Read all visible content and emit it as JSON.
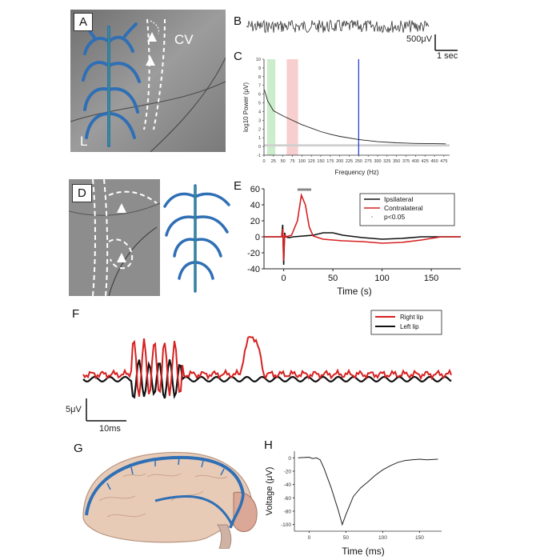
{
  "panels": {
    "a": {
      "letter": "A",
      "cv_label": "CV",
      "l_label": "L"
    },
    "b": {
      "letter": "B",
      "scale_voltage": "500μV",
      "scale_time": "1 sec"
    },
    "c": {
      "letter": "C"
    },
    "d": {
      "letter": "D"
    },
    "e": {
      "letter": "E"
    },
    "f": {
      "letter": "F",
      "scale_voltage": "5μV",
      "scale_time": "10ms"
    },
    "g": {
      "letter": "G"
    },
    "h": {
      "letter": "H"
    }
  },
  "colors": {
    "vessel_blue": "#2f6fb5",
    "red": "#d62020",
    "black": "#111111",
    "blue_marker": "#2b3fd9",
    "green_band": "#bfe8bf",
    "pink_band": "#f6c3c3"
  },
  "chart_data": [
    {
      "id": "C",
      "type": "line",
      "xlabel": "Frequency (Hz)",
      "ylabel": "log10 Power (μV)",
      "xlim": [
        0,
        490
      ],
      "ylim": [
        -1,
        10
      ],
      "xticks": [
        "0",
        "25",
        "50",
        "75",
        "100",
        "125",
        "150",
        "175",
        "200",
        "225",
        "250",
        "275",
        "300",
        "325",
        "350",
        "375",
        "400",
        "425",
        "450",
        "475"
      ],
      "yticks": [
        "-1",
        "0",
        "1",
        "2",
        "3",
        "4",
        "5",
        "6",
        "7",
        "8",
        "9",
        "10"
      ],
      "x": [
        1,
        10,
        25,
        50,
        75,
        100,
        125,
        150,
        175,
        200,
        250,
        300,
        350,
        400,
        450,
        480
      ],
      "y": [
        6.5,
        5.2,
        4.1,
        3.5,
        3.0,
        2.5,
        2.1,
        1.7,
        1.4,
        1.15,
        0.8,
        0.55,
        0.42,
        0.35,
        0.32,
        0.3
      ],
      "bands": [
        {
          "from": 8,
          "to": 30,
          "color": "green"
        },
        {
          "from": 60,
          "to": 90,
          "color": "pink"
        }
      ],
      "marker_line_x": 250
    },
    {
      "id": "E",
      "type": "line",
      "xlabel": "Time (s)",
      "xlim": [
        -20,
        180
      ],
      "ylim": [
        -40,
        60
      ],
      "xticks": [
        "0",
        "50",
        "100",
        "150"
      ],
      "yticks": [
        "60",
        "40",
        "20",
        "0",
        "-20",
        "-40"
      ],
      "legend": [
        "Ipsilateral",
        "Contralateral",
        "p<0.05"
      ],
      "series": [
        {
          "name": "Ipsilateral",
          "color": "#111111",
          "x": [
            -20,
            -2,
            -1,
            0,
            1,
            2,
            5,
            10,
            20,
            30,
            40,
            50,
            60,
            80,
            100,
            120,
            140,
            160,
            180
          ],
          "y": [
            0,
            0,
            15,
            -35,
            5,
            0,
            -1,
            0,
            1,
            2,
            5,
            5,
            2,
            -1,
            -3,
            -2,
            0,
            0,
            0
          ]
        },
        {
          "name": "Contralateral",
          "color": "#d62020",
          "x": [
            -20,
            -2,
            -1,
            0,
            1,
            2,
            8,
            14,
            18,
            22,
            26,
            30,
            40,
            60,
            80,
            100,
            120,
            140,
            160,
            180
          ],
          "y": [
            0,
            0,
            10,
            -30,
            3,
            0,
            2,
            20,
            52,
            40,
            12,
            1,
            -3,
            -5,
            -6,
            -8,
            -7,
            -4,
            0,
            0
          ]
        }
      ],
      "significance_bar": {
        "from": 14,
        "to": 28,
        "y": 59
      }
    },
    {
      "id": "F",
      "type": "line",
      "legend": [
        "Right lip",
        "Left lip"
      ],
      "series": [
        {
          "name": "Right lip",
          "color": "#d62020"
        },
        {
          "name": "Left lip",
          "color": "#111111"
        }
      ]
    },
    {
      "id": "H",
      "type": "line",
      "xlabel": "Time (ms)",
      "ylabel": "Voltage (μV)",
      "xlim": [
        -20,
        180
      ],
      "ylim": [
        -110,
        10
      ],
      "xticks": [
        "0",
        "50",
        "100",
        "150"
      ],
      "yticks": [
        "0",
        "-20",
        "-40",
        "-60",
        "-80",
        "-100"
      ],
      "x": [
        -15,
        0,
        5,
        10,
        15,
        20,
        30,
        40,
        45,
        50,
        60,
        70,
        80,
        90,
        100,
        110,
        120,
        130,
        140,
        150,
        160,
        175
      ],
      "y": [
        0,
        1,
        -1,
        0,
        -3,
        -15,
        -45,
        -80,
        -100,
        -85,
        -58,
        -45,
        -36,
        -26,
        -18,
        -12,
        -7,
        -4,
        -3,
        -2,
        -3,
        -2
      ]
    }
  ]
}
